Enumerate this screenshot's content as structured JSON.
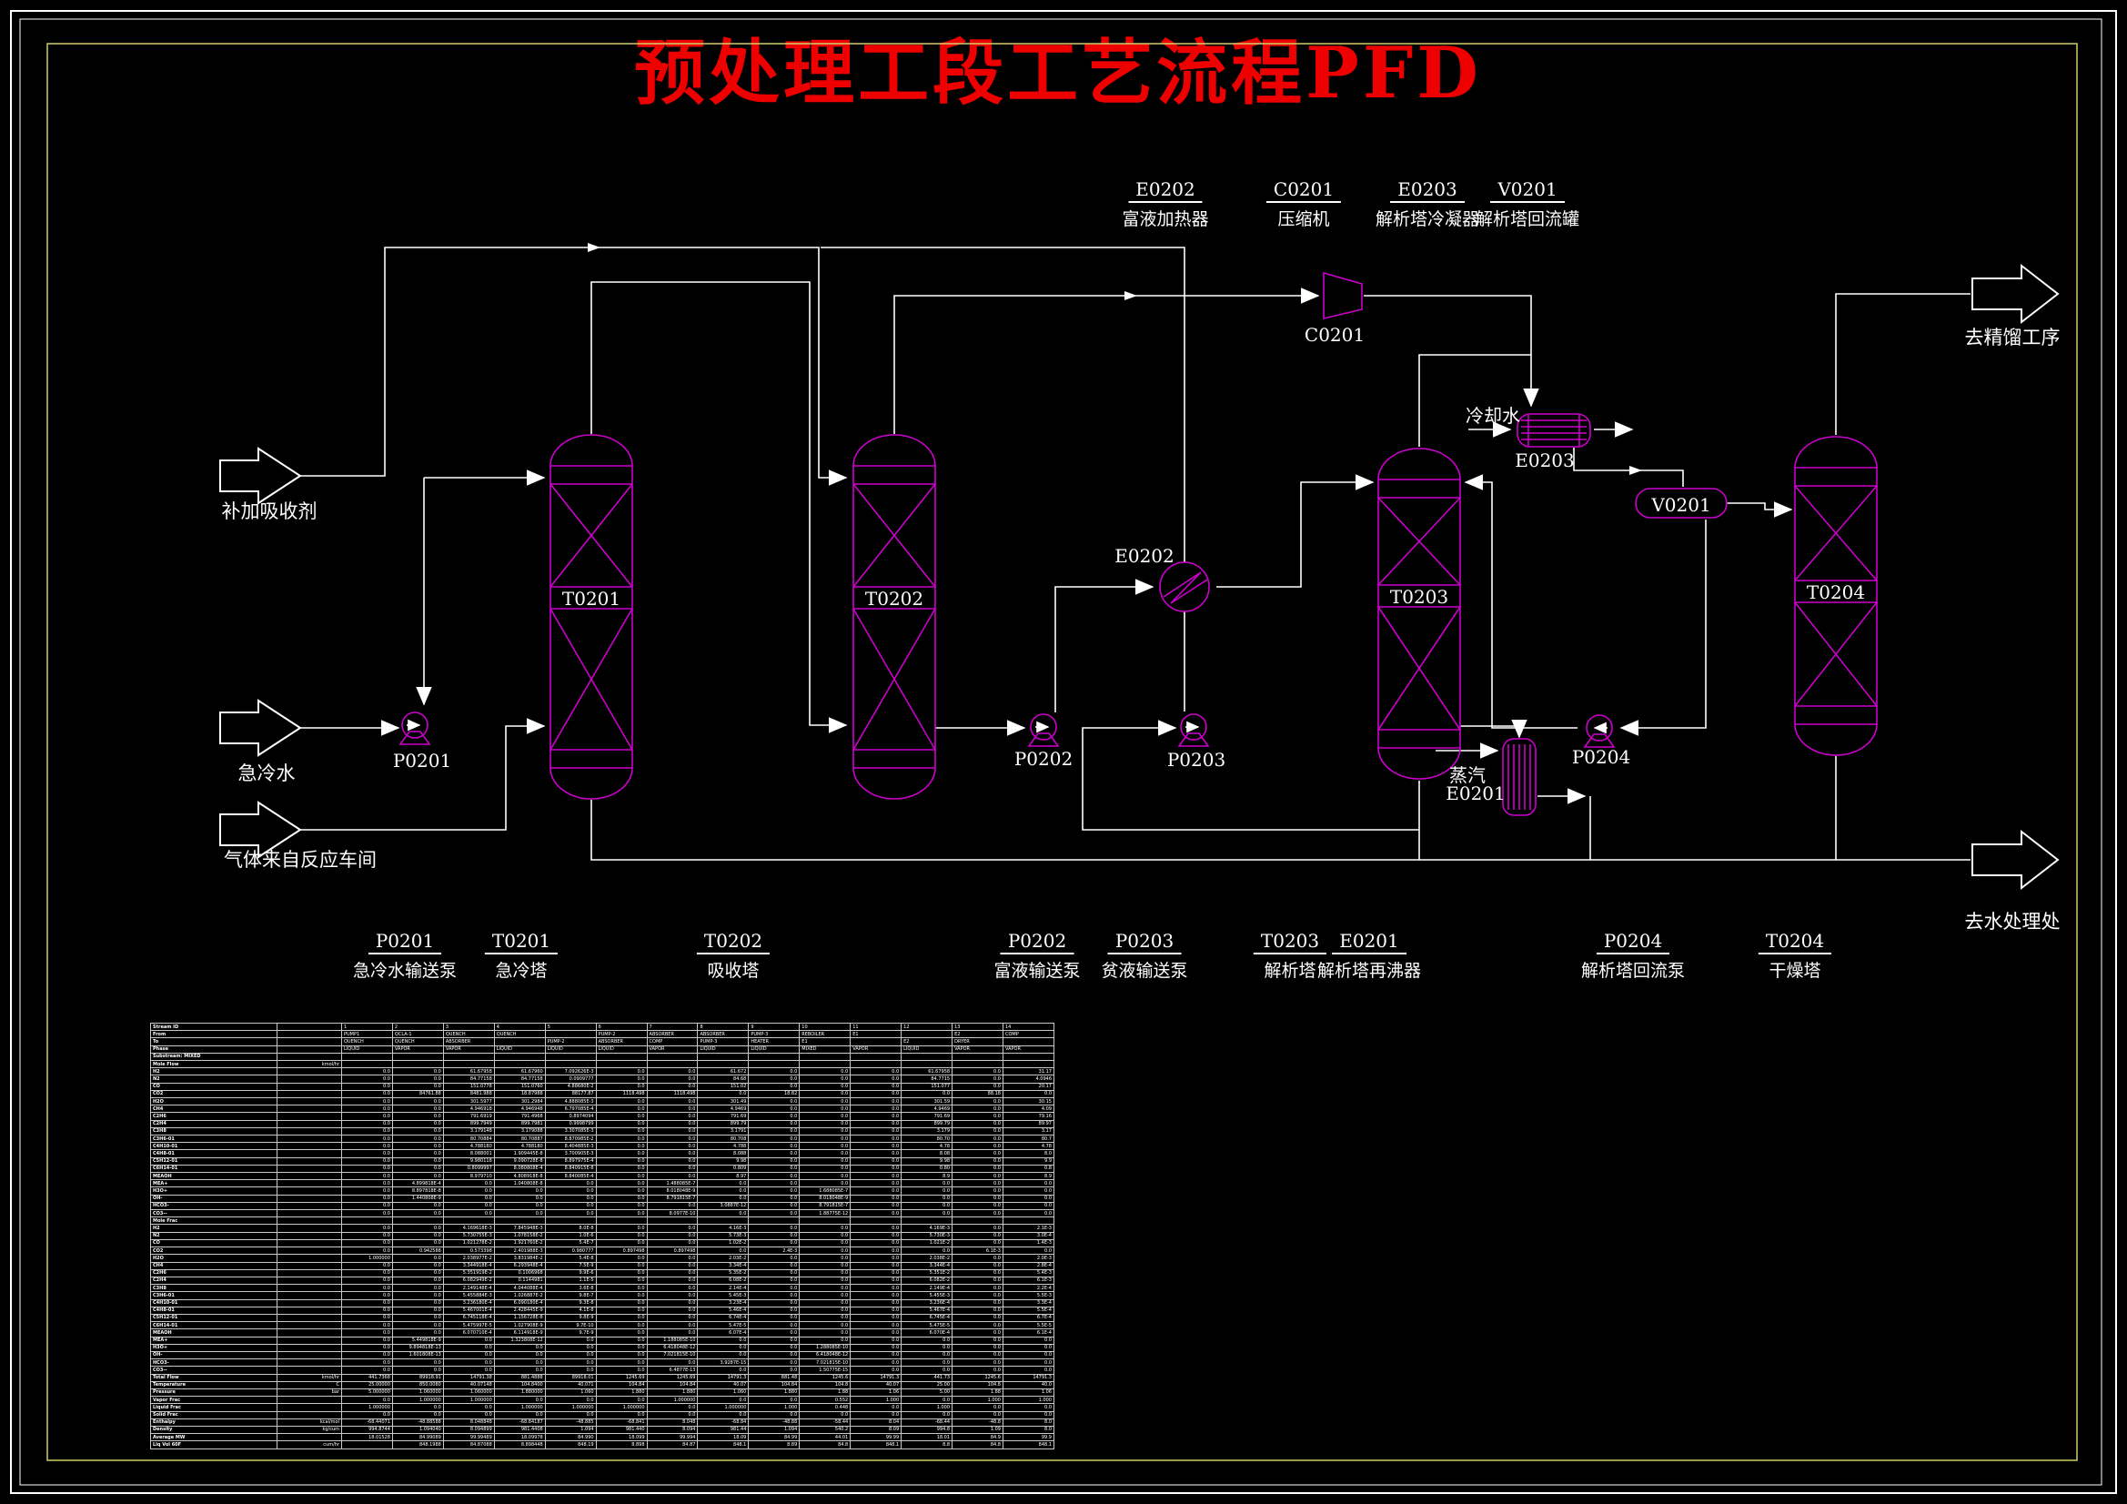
{
  "title": "预处理工段工艺流程PFD",
  "colors": {
    "background": "#000000",
    "line_white": "#ffffff",
    "equipment_magenta": "#cc00cc",
    "title_red": "#ee0000",
    "frame_yellow": "#cfcf66"
  },
  "top_equipment_labels": [
    {
      "code": "E0202",
      "name": "富液加热器"
    },
    {
      "code": "C0201",
      "name": "压缩机"
    },
    {
      "code": "E0203",
      "name": "解析塔冷凝器"
    },
    {
      "code": "V0201",
      "name": "解析塔回流罐"
    }
  ],
  "bottom_equipment_labels": [
    {
      "code": "P0201",
      "name": "急冷水输送泵"
    },
    {
      "code": "T0201",
      "name": "急冷塔"
    },
    {
      "code": "T0202",
      "name": "吸收塔"
    },
    {
      "code": "P0202",
      "name": "富液输送泵"
    },
    {
      "code": "P0203",
      "name": "贫液输送泵"
    },
    {
      "code": "T0203",
      "name": "解析塔"
    },
    {
      "code": "E0201",
      "name": "解析塔再沸器"
    },
    {
      "code": "P0204",
      "name": "解析塔回流泵"
    },
    {
      "code": "T0204",
      "name": "干燥塔"
    }
  ],
  "io_streams": [
    {
      "label": "补加吸收剂"
    },
    {
      "label": "急冷水"
    },
    {
      "label": "气体来自反应车间"
    },
    {
      "label": "去精馏工序"
    },
    {
      "label": "去水处理处"
    }
  ],
  "inline_labels": [
    {
      "id": "t0201",
      "text": "T0201"
    },
    {
      "id": "t0202",
      "text": "T0202"
    },
    {
      "id": "t0203",
      "text": "T0203"
    },
    {
      "id": "t0204",
      "text": "T0204"
    },
    {
      "id": "c0201",
      "text": "C0201"
    },
    {
      "id": "e0202",
      "text": "E0202"
    },
    {
      "id": "e0203",
      "text": "E0203"
    },
    {
      "id": "e0201",
      "text": "E0201"
    },
    {
      "id": "p0201",
      "text": "P0201"
    },
    {
      "id": "p0202",
      "text": "P0202"
    },
    {
      "id": "p0203",
      "text": "P0203"
    },
    {
      "id": "p0204",
      "text": "P0204"
    },
    {
      "id": "v0201",
      "text": "V0201"
    },
    {
      "id": "cooling-water",
      "text": "冷却水"
    },
    {
      "id": "steam",
      "text": "蒸汽"
    }
  ],
  "stream_table": {
    "rows": [
      [
        "Stream ID",
        "",
        "1",
        "2",
        "3",
        "4",
        "5",
        "6",
        "7",
        "8",
        "9",
        "10",
        "11",
        "12",
        "13",
        "14"
      ],
      [
        "From",
        "",
        "PUMP1",
        "QCLA-1",
        "QUENCH",
        "QUENCH",
        "",
        "PUMP-2",
        "ABSORBER",
        "ABSORBER",
        "PUMP-3",
        "REBOILER",
        "E1",
        "",
        "E2",
        "COMP"
      ],
      [
        "To",
        "",
        "QUENCH",
        "QUENCH",
        "ABSORBER",
        "",
        "PUMP-2",
        "ABSORBER",
        "COMP",
        "PUMP-3",
        "HEATER",
        "E1",
        "",
        "E2",
        "DRYER",
        ""
      ],
      [
        "Phase",
        "",
        "LIQUID",
        "VAPOR",
        "VAPOR",
        "LIQUID",
        "LIQUID",
        "LIQUID",
        "VAPOR",
        "LIQUID",
        "LIQUID",
        "MIXED",
        "VAPOR",
        "LIQUID",
        "VAPOR",
        "VAPOR"
      ],
      [
        "Substream: MIXED",
        "",
        "",
        "",
        "",
        "",
        "",
        "",
        "",
        "",
        "",
        "",
        "",
        "",
        "",
        ""
      ],
      [
        "Mole Flow",
        "kmol/hr",
        "",
        "",
        "",
        "",
        "",
        "",
        "",
        "",
        "",
        "",
        "",
        "",
        "",
        ""
      ],
      [
        "H2",
        "",
        "0.0",
        "0.0",
        "61.67958",
        "61.67960",
        "7.092626E-3",
        "0.0",
        "0.0",
        "61.672",
        "0.0",
        "0.0",
        "0.0",
        "61.67958",
        "0.0",
        "31.17"
      ],
      [
        "N2",
        "",
        "0.0",
        "0.0",
        "84.77158",
        "84.77158",
        "0.0909777",
        "0.0",
        "0.0",
        "84.68",
        "0.0",
        "0.0",
        "0.0",
        "84.7715",
        "0.0",
        "4.0946"
      ],
      [
        "CO",
        "",
        "0.0",
        "0.0",
        "151.0778",
        "151.0760",
        "4.88680E-2",
        "0.0",
        "0.0",
        "151.02",
        "0.0",
        "0.0",
        "0.0",
        "151.077",
        "0.0",
        "20.17"
      ],
      [
        "CO2",
        "",
        "0.0",
        "84761.88",
        "8481.988",
        "18.87988",
        "88177.87",
        "1118.498",
        "1118.498",
        "0.0",
        "18.82",
        "0.0",
        "0.0",
        "0.0",
        "88.18",
        "0.0"
      ],
      [
        "H2O",
        "",
        "0.0",
        "0.0",
        "301.5977",
        "301.2984",
        "4.888085E-3",
        "0.0",
        "0.0",
        "301.49",
        "0.0",
        "0.0",
        "0.0",
        "301.59",
        "0.0",
        "30.15"
      ],
      [
        "CH4",
        "",
        "0.0",
        "0.0",
        "4.946918",
        "4.946948",
        "6.797085E-4",
        "0.0",
        "0.0",
        "4.9469",
        "0.0",
        "0.0",
        "0.0",
        "4.9469",
        "0.0",
        "4.09"
      ],
      [
        "C2H6",
        "",
        "0.0",
        "0.0",
        "791.6919",
        "791.4968",
        "0.8974094",
        "0.0",
        "0.0",
        "791.69",
        "0.0",
        "0.0",
        "0.0",
        "791.69",
        "0.0",
        "79.16"
      ],
      [
        "C2H4",
        "",
        "0.0",
        "0.0",
        "899.7949",
        "899.7981",
        "0.9998799",
        "0.0",
        "0.0",
        "899.79",
        "0.0",
        "0.0",
        "0.0",
        "899.79",
        "0.0",
        "89.97"
      ],
      [
        "C3H8",
        "",
        "0.0",
        "0.0",
        "3.179148",
        "3.179088",
        "3.307085E-3",
        "0.0",
        "0.0",
        "3.1791",
        "0.0",
        "0.0",
        "0.0",
        "3.179",
        "0.0",
        "3.17"
      ],
      [
        "C3H6-01",
        "",
        "0.0",
        "0.0",
        "80.70884",
        "80.70887",
        "8.870985E-2",
        "0.0",
        "0.0",
        "80.708",
        "0.0",
        "0.0",
        "0.0",
        "80.70",
        "0.0",
        "80.7"
      ],
      [
        "C4H10-01",
        "",
        "0.0",
        "0.0",
        "4.788180",
        "4.788180",
        "8.404885E-3",
        "0.0",
        "0.0",
        "4.788",
        "0.0",
        "0.0",
        "0.0",
        "4.78",
        "0.0",
        "4.78"
      ],
      [
        "C4H8-01",
        "",
        "0.0",
        "0.0",
        "8.088001",
        "1.909445E-8",
        "3.700905E-3",
        "0.0",
        "0.0",
        "8.088",
        "0.0",
        "0.0",
        "0.0",
        "8.08",
        "0.0",
        "8.0"
      ],
      [
        "C5H12-01",
        "",
        "0.0",
        "0.0",
        "9.980118",
        "9.090728E-8",
        "8.897975E-4",
        "0.0",
        "0.0",
        "9.98",
        "0.0",
        "0.0",
        "0.0",
        "9.98",
        "0.0",
        "9.9"
      ],
      [
        "C6H14-01",
        "",
        "0.0",
        "0.0",
        "0.8099997",
        "8.080808E-4",
        "8.840915E-8",
        "0.0",
        "0.0",
        "0.809",
        "0.0",
        "0.0",
        "0.0",
        "0.80",
        "0.0",
        "0.8"
      ],
      [
        "MEAOH",
        "",
        "0.0",
        "0.0",
        "8.979710",
        "4.808918E-8",
        "8.840085E-4",
        "0.0",
        "0.0",
        "8.97",
        "0.0",
        "0.0",
        "0.0",
        "8.9",
        "0.0",
        "8.9"
      ],
      [
        "MEA+",
        "",
        "0.0",
        "4.899818E-4",
        "0.0",
        "1.040808E-8",
        "0.0",
        "0.0",
        "1.488085E-7",
        "0.0",
        "0.0",
        "0.0",
        "0.0",
        "0.0",
        "0.0",
        "0.0"
      ],
      [
        "H3O+",
        "",
        "0.0",
        "8.897818E-8",
        "0.0",
        "0.0",
        "0.0",
        "0.0",
        "8.018048E-9",
        "0.0",
        "0.0",
        "1.688085E-7",
        "0.0",
        "0.0",
        "0.0",
        "0.0"
      ],
      [
        "OH-",
        "",
        "0.0",
        "1.440808E-9",
        "0.0",
        "0.0",
        "0.0",
        "0.0",
        "8.791815E-7",
        "0.0",
        "0.0",
        "8.018048E-9",
        "0.0",
        "0.0",
        "0.0",
        "0.0"
      ],
      [
        "HCO3-",
        "",
        "0.0",
        "0.0",
        "0.0",
        "0.0",
        "0.0",
        "0.0",
        "0.0",
        "3.0887E-12",
        "0.0",
        "8.791815E-7",
        "0.0",
        "0.0",
        "0.0",
        "0.0"
      ],
      [
        "CO3--",
        "",
        "0.0",
        "0.0",
        "0.0",
        "0.0",
        "0.0",
        "0.0",
        "8.0977E-10",
        "0.0",
        "0.0",
        "1.88775E-12",
        "0.0",
        "0.0",
        "0.0",
        "0.0"
      ],
      [
        "Mole Frac",
        "",
        "",
        "",
        "",
        "",
        "",
        "",
        "",
        "",
        "",
        "",
        "",
        "",
        "",
        ""
      ],
      [
        "H2",
        "",
        "0.0",
        "0.0",
        "4.169618E-3",
        "7.845948E-3",
        "8.0E-8",
        "0.0",
        "0.0",
        "4.16E-3",
        "0.0",
        "0.0",
        "0.0",
        "4.169E-3",
        "0.0",
        "2.1E-3"
      ],
      [
        "N2",
        "",
        "0.0",
        "0.0",
        "5.730755E-3",
        "1.078158E-2",
        "1.0E-6",
        "0.0",
        "0.0",
        "5.73E-3",
        "0.0",
        "0.0",
        "0.0",
        "5.730E-3",
        "0.0",
        "3.0E-4"
      ],
      [
        "CO",
        "",
        "0.0",
        "0.0",
        "1.021278E-2",
        "1.921760E-2",
        "5.4E-7",
        "0.0",
        "0.0",
        "1.02E-2",
        "0.0",
        "0.0",
        "0.0",
        "1.021E-2",
        "0.0",
        "1.4E-3"
      ],
      [
        "CO2",
        "",
        "0.0",
        "0.942588",
        "0.573398",
        "2.401988E-3",
        "0.980777",
        "0.897498",
        "0.897498",
        "0.0",
        "2.4E-3",
        "0.0",
        "0.0",
        "0.0",
        "6.1E-3",
        "0.0"
      ],
      [
        "H2O",
        "",
        "1.000000",
        "0.0",
        "2.038977E-2",
        "3.831984E-2",
        "5.4E-8",
        "0.0",
        "0.0",
        "2.03E-2",
        "0.0",
        "0.0",
        "0.0",
        "2.038E-2",
        "0.0",
        "2.0E-3"
      ],
      [
        "CH4",
        "",
        "0.0",
        "0.0",
        "3.344918E-4",
        "6.293948E-4",
        "7.5E-9",
        "0.0",
        "0.0",
        "3.34E-4",
        "0.0",
        "0.0",
        "0.0",
        "3.344E-4",
        "0.0",
        "2.8E-4"
      ],
      [
        "C2H6",
        "",
        "0.0",
        "0.0",
        "5.351919E-2",
        "0.1006968",
        "9.9E-6",
        "0.0",
        "0.0",
        "5.35E-2",
        "0.0",
        "0.0",
        "0.0",
        "5.351E-2",
        "0.0",
        "5.4E-3"
      ],
      [
        "C2H4",
        "",
        "0.0",
        "0.0",
        "6.082949E-2",
        "0.1144981",
        "1.1E-5",
        "0.0",
        "0.0",
        "6.08E-2",
        "0.0",
        "0.0",
        "0.0",
        "6.082E-2",
        "0.0",
        "6.1E-3"
      ],
      [
        "C3H8",
        "",
        "0.0",
        "0.0",
        "2.149148E-4",
        "4.044088E-4",
        "3.6E-8",
        "0.0",
        "0.0",
        "2.14E-4",
        "0.0",
        "0.0",
        "0.0",
        "2.149E-4",
        "0.0",
        "2.2E-4"
      ],
      [
        "C3H6-01",
        "",
        "0.0",
        "0.0",
        "5.455884E-3",
        "1.026887E-2",
        "9.8E-7",
        "0.0",
        "0.0",
        "5.45E-3",
        "0.0",
        "0.0",
        "0.0",
        "5.455E-3",
        "0.0",
        "5.5E-3"
      ],
      [
        "C4H10-01",
        "",
        "0.0",
        "0.0",
        "3.236180E-4",
        "6.090180E-4",
        "9.3E-8",
        "0.0",
        "0.0",
        "3.23E-4",
        "0.0",
        "0.0",
        "0.0",
        "3.236E-4",
        "0.0",
        "3.3E-4"
      ],
      [
        "C4H8-01",
        "",
        "0.0",
        "0.0",
        "5.467001E-4",
        "2.428445E-9",
        "4.1E-8",
        "0.0",
        "0.0",
        "5.46E-4",
        "0.0",
        "0.0",
        "0.0",
        "5.467E-4",
        "0.0",
        "5.5E-4"
      ],
      [
        "C5H12-01",
        "",
        "0.0",
        "0.0",
        "6.745118E-4",
        "1.156728E-8",
        "9.8E-9",
        "0.0",
        "0.0",
        "6.74E-4",
        "0.0",
        "0.0",
        "0.0",
        "6.745E-4",
        "0.0",
        "6.7E-4"
      ],
      [
        "C6H14-01",
        "",
        "0.0",
        "0.0",
        "5.475997E-5",
        "1.027908E-9",
        "9.7E-10",
        "0.0",
        "0.0",
        "5.47E-5",
        "0.0",
        "0.0",
        "0.0",
        "5.475E-5",
        "0.0",
        "5.5E-5"
      ],
      [
        "MEAOH",
        "",
        "0.0",
        "0.0",
        "6.070710E-4",
        "6.114918E-9",
        "9.7E-9",
        "0.0",
        "0.0",
        "6.07E-4",
        "0.0",
        "0.0",
        "0.0",
        "6.070E-4",
        "0.0",
        "6.1E-4"
      ],
      [
        "MEA+",
        "",
        "0.0",
        "5.449818E-9",
        "0.0",
        "1.323808E-12",
        "0.0",
        "0.0",
        "1.188085E-10",
        "0.0",
        "0.0",
        "0.0",
        "0.0",
        "0.0",
        "0.0",
        "0.0"
      ],
      [
        "H3O+",
        "",
        "0.0",
        "9.894818E-13",
        "0.0",
        "0.0",
        "0.0",
        "0.0",
        "6.418048E-12",
        "0.0",
        "0.0",
        "1.288085E-10",
        "0.0",
        "0.0",
        "0.0",
        "0.0"
      ],
      [
        "OH-",
        "",
        "0.0",
        "1.601808E-13",
        "0.0",
        "0.0",
        "0.0",
        "0.0",
        "7.021815E-10",
        "0.0",
        "0.0",
        "6.418048E-12",
        "0.0",
        "0.0",
        "0.0",
        "0.0"
      ],
      [
        "HCO3-",
        "",
        "0.0",
        "0.0",
        "0.0",
        "0.0",
        "0.0",
        "0.0",
        "0.0",
        "3.9287E-15",
        "0.0",
        "7.021815E-10",
        "0.0",
        "0.0",
        "0.0",
        "0.0"
      ],
      [
        "CO3--",
        "",
        "0.0",
        "0.0",
        "0.0",
        "0.0",
        "0.0",
        "0.0",
        "6.4877E-13",
        "0.0",
        "0.0",
        "1.50775E-15",
        "0.0",
        "0.0",
        "0.0",
        "0.0"
      ],
      [
        "Total Flow",
        "kmol/hr",
        "441.7368",
        "89918.91",
        "14791.38",
        "881.4888",
        "89918.01",
        "1245.69",
        "1245.69",
        "14791.3",
        "881.48",
        "1245.6",
        "14791.3",
        "441.73",
        "1245.6",
        "14791.3"
      ],
      [
        "Temperature",
        "C",
        "25.00000",
        "850.0080",
        "40.07148",
        "104.8400",
        "40.071",
        "104.84",
        "104.84",
        "40.07",
        "104.84",
        "104.8",
        "40.07",
        "25.00",
        "104.8",
        "40.0"
      ],
      [
        "Pressure",
        "bar",
        "5.000000",
        "1.060000",
        "1.060000",
        "1.880000",
        "1.060",
        "1.880",
        "1.880",
        "1.060",
        "1.880",
        "1.88",
        "1.06",
        "5.00",
        "1.88",
        "1.06"
      ],
      [
        "Vapor Frac",
        "",
        "0.0",
        "1.000000",
        "1.000000",
        "0.0",
        "0.0",
        "0.0",
        "1.000000",
        "0.0",
        "0.0",
        "0.552",
        "1.000",
        "0.0",
        "1.000",
        "1.000"
      ],
      [
        "Liquid Frac",
        "",
        "1.000000",
        "0.0",
        "0.0",
        "1.000000",
        "1.000000",
        "1.000000",
        "0.0",
        "1.000000",
        "1.000",
        "0.448",
        "0.0",
        "1.000",
        "0.0",
        "0.0"
      ],
      [
        "Solid Frac",
        "",
        "0.0",
        "0.0",
        "0.0",
        "0.0",
        "0.0",
        "0.0",
        "0.0",
        "0.0",
        "0.0",
        "0.0",
        "0.0",
        "0.0",
        "0.0",
        "0.0"
      ],
      [
        "Enthalpy",
        "kcal/mol",
        "-68.44071",
        "-48.88588",
        "8.048848",
        "-68.84187",
        "-48.885",
        "-68.841",
        "8.048",
        "-68.84",
        "-48.88",
        "-58.44",
        "8.04",
        "-68.44",
        "-48.8",
        "8.0"
      ],
      [
        "Density",
        "kg/cum",
        "994.8744",
        "1.094040",
        "8.094899",
        "981.4408",
        "1.094",
        "981.440",
        "8.094",
        "981.44",
        "1.094",
        "540.2",
        "8.09",
        "994.8",
        "1.09",
        "8.0"
      ],
      [
        "Average MW",
        "",
        "18.01528",
        "84.99089",
        "99.99489",
        "18.09978",
        "84.990",
        "18.099",
        "99.994",
        "18.09",
        "84.99",
        "44.01",
        "99.99",
        "18.01",
        "84.9",
        "99.9"
      ],
      [
        "Liq Vol 60F",
        "cum/hr",
        "",
        "848.1988",
        "84.87088",
        "8.898448",
        "848.19",
        "8.898",
        "84.87",
        "848.1",
        "8.89",
        "84.8",
        "848.1",
        "8.8",
        "84.8",
        "848.1"
      ]
    ]
  }
}
